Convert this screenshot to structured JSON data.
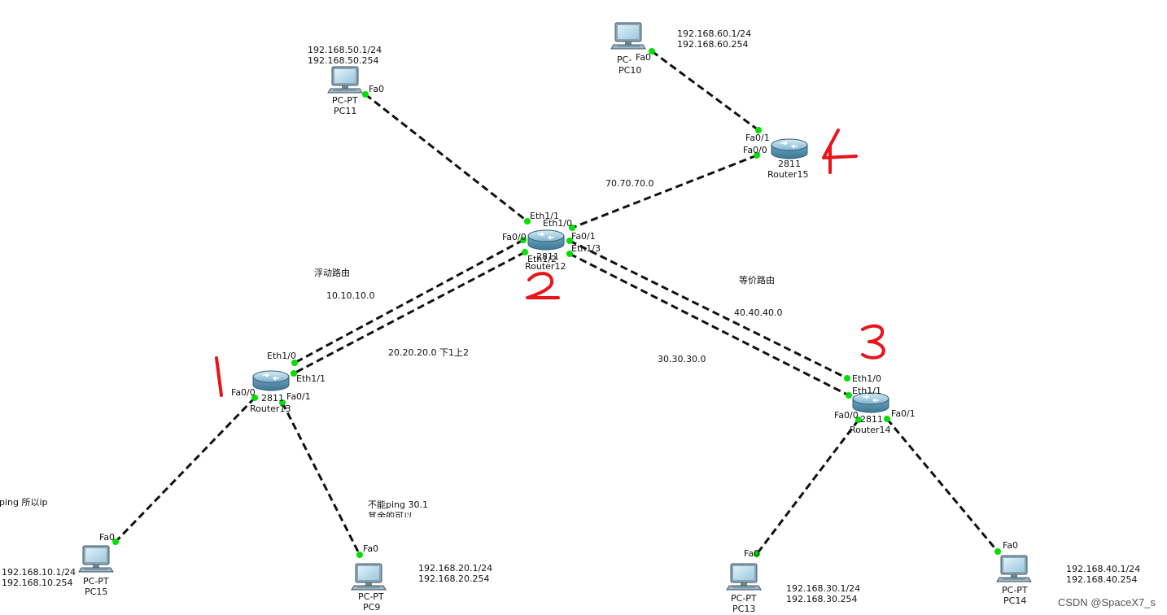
{
  "devices": [
    {
      "id": "PC11",
      "type": "pc",
      "top_label": "PC-PT",
      "name": "PC11",
      "ip": "192.168.50.1/24",
      "gateway": "192.168.50.254"
    },
    {
      "id": "PC10",
      "type": "pc",
      "top_label": "PC-",
      "name": "PC10",
      "ip": "192.168.60.1/24",
      "gateway": "192.168.60.254"
    },
    {
      "id": "PC15",
      "type": "pc",
      "top_label": "PC-PT",
      "name": "PC15",
      "ip": "192.168.10.1/24",
      "gateway": "192.168.10.254"
    },
    {
      "id": "PC9",
      "type": "pc",
      "top_label": "PC-PT",
      "name": "PC9",
      "ip": "192.168.20.1/24",
      "gateway": "192.168.20.254"
    },
    {
      "id": "PC13",
      "type": "pc",
      "top_label": "PC-PT",
      "name": "PC13",
      "ip": "192.168.30.1/24",
      "gateway": "192.168.30.254"
    },
    {
      "id": "PC14",
      "type": "pc",
      "top_label": "PC-PT",
      "name": "PC14",
      "ip": "192.168.40.1/24",
      "gateway": "192.168.40.254"
    },
    {
      "id": "Router12",
      "type": "router",
      "model": "2811",
      "name": "Router12"
    },
    {
      "id": "Router13",
      "type": "router",
      "model": "2811",
      "name": "Router13"
    },
    {
      "id": "Router14",
      "type": "router",
      "model": "2811",
      "name": "Router14"
    },
    {
      "id": "Router15",
      "type": "router",
      "model": "2811",
      "name": "Router15"
    }
  ],
  "links": [
    {
      "from": "PC11",
      "from_port": "Fa0",
      "to": "Router12",
      "to_port": "Eth1/1"
    },
    {
      "from": "PC10",
      "from_port": "Fa0",
      "to": "Router15",
      "to_port": "Fa0/1"
    },
    {
      "from": "Router15",
      "from_port": "Fa0/0",
      "to": "Router12",
      "to_port": "Eth1/0",
      "network": "70.70.70.0"
    },
    {
      "from": "Router12",
      "from_port": "Fa0/0",
      "to": "Router13",
      "to_port": "Eth1/0",
      "network": "10.10.10.0"
    },
    {
      "from": "Router12",
      "from_port": "Eth1/2",
      "to": "Router13",
      "to_port": "Eth1/1",
      "network": "20.20.20.0 下1上2"
    },
    {
      "from": "Router12",
      "from_port": "Fa0/1",
      "to": "Router14",
      "to_port": "Eth1/0",
      "network": "40.40.40.0"
    },
    {
      "from": "Router12",
      "from_port": "Eth1/3",
      "to": "Router14",
      "to_port": "Eth1/1",
      "network": "30.30.30.0"
    },
    {
      "from": "Router13",
      "from_port": "Fa0/0",
      "to": "PC15",
      "to_port": "Fa0"
    },
    {
      "from": "Router13",
      "from_port": "Fa0/1",
      "to": "PC9",
      "to_port": "Fa0"
    },
    {
      "from": "Router14",
      "from_port": "Fa0/0",
      "to": "PC13",
      "to_port": "Fa0"
    },
    {
      "from": "Router14",
      "from_port": "Fa0/1",
      "to": "PC14",
      "to_port": "Fa0"
    }
  ],
  "notes": {
    "floating_route": "浮动路由",
    "ecmp_route": "等价路由",
    "ping_left": "能ping 所以ip",
    "ping_mid_1": "不能ping 30.1",
    "ping_mid_2": "其余的可以"
  },
  "annotations": [
    "1",
    "2",
    "3",
    "4"
  ],
  "watermark": "CSDN @SpaceX7_s",
  "colors": {
    "link": "#111111",
    "port_dot": "#00e000",
    "annotation": "#e8141a"
  }
}
